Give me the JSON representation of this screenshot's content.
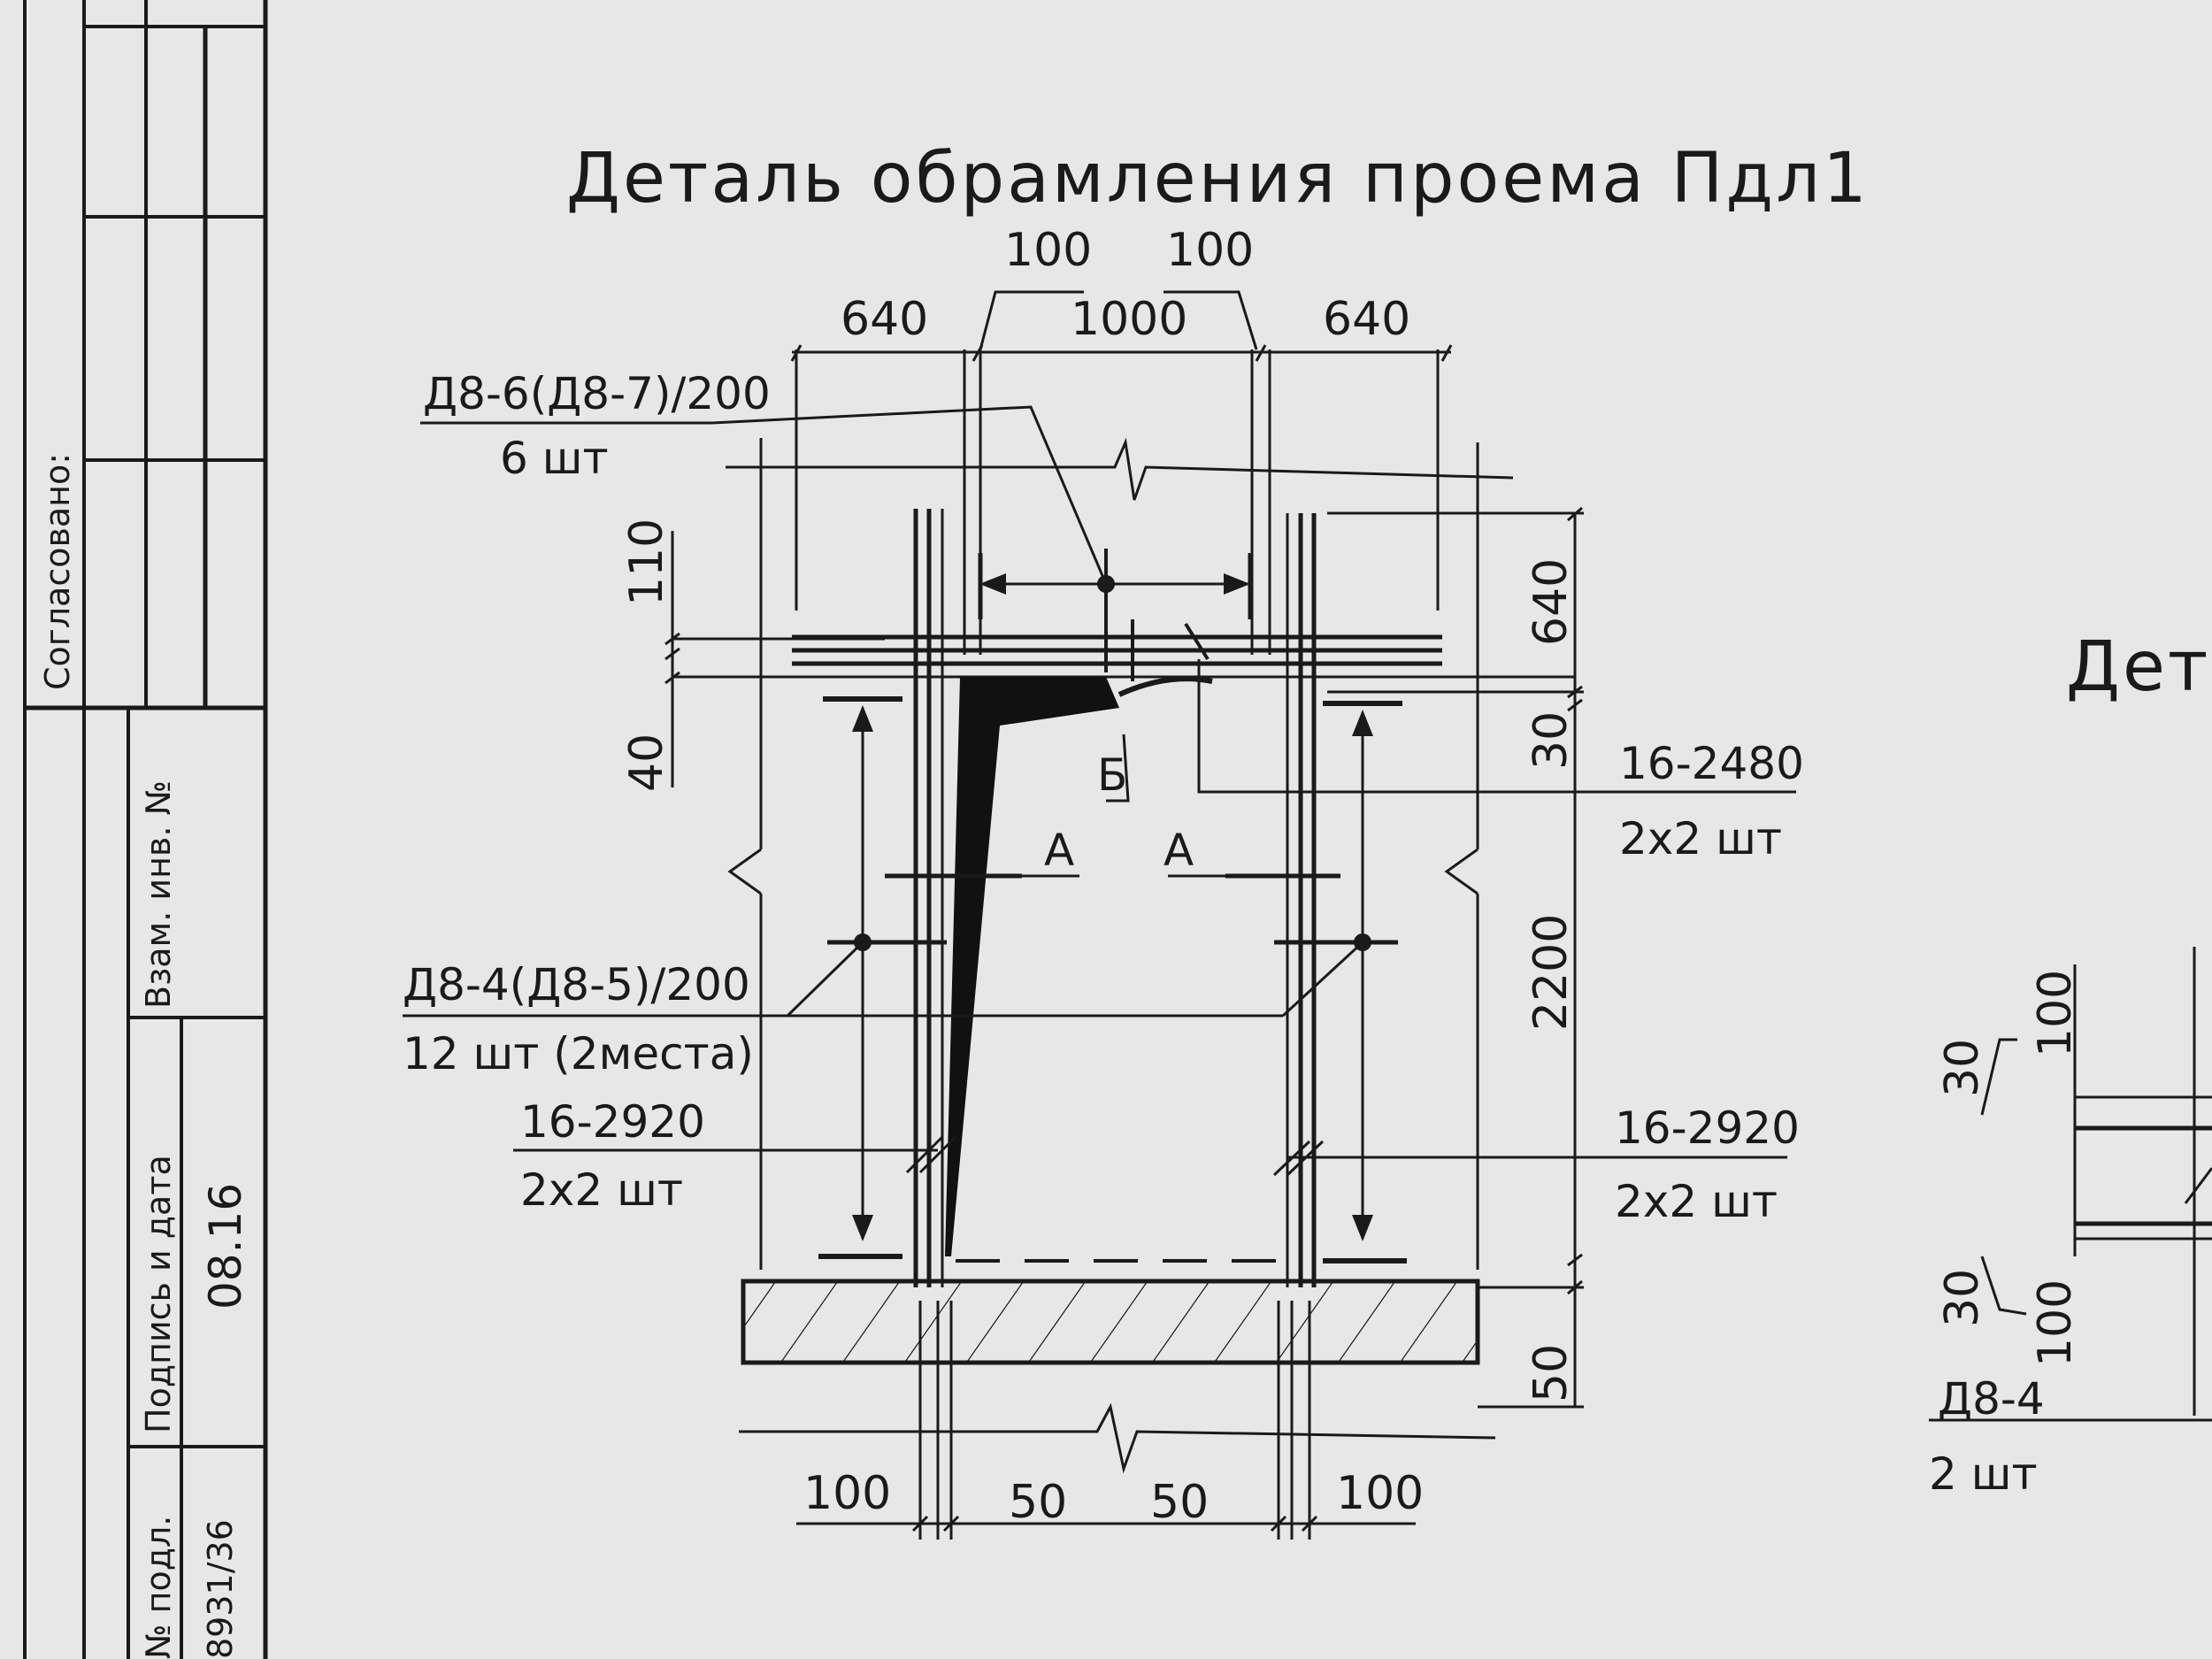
{
  "title": "Деталь обрамления проема Пдл1",
  "title_right_fragment": "Дет",
  "dimensions": {
    "top_100_left": "100",
    "top_100_right": "100",
    "top_640_left": "640",
    "top_1000": "1000",
    "top_640_right": "640",
    "left_110": "110",
    "left_40": "40",
    "right_640": "640",
    "right_30": "30",
    "right_2200": "2200",
    "right_50": "50",
    "bottom_100_left": "100",
    "bottom_50_left": "50",
    "bottom_50_right": "50",
    "bottom_100_right": "100"
  },
  "labels": {
    "bar_top": "Д8-6(Д8-7)/200",
    "bar_top_qty": "6 шт",
    "bar_mid": "Д8-4(Д8-5)/200",
    "bar_mid_qty": "12 шт (2места)",
    "bar_left": "16-2920",
    "bar_left_qty": "2x2 шт",
    "bar_right_top": "16-2480",
    "bar_right_top_qty": "2x2 шт",
    "bar_right_bottom": "16-2920",
    "bar_right_bottom_qty": "2x2 шт",
    "section_a_left": "А",
    "section_a_right": "А",
    "section_b": "Б"
  },
  "stamp": {
    "agreed": "Согласовано:",
    "replace_inv": "Взам. инв. №",
    "sign_date": "Подпись и дата",
    "date_value": "08.16",
    "orig_no": "№ подл.",
    "orig_value": "8931/36"
  },
  "side_detail": {
    "dim_100_top": "100",
    "dim_30_top": "30",
    "dim_30_bottom": "30",
    "dim_100_bottom": "100",
    "bar": "Д8-4",
    "bar_qty": "2 шт"
  }
}
